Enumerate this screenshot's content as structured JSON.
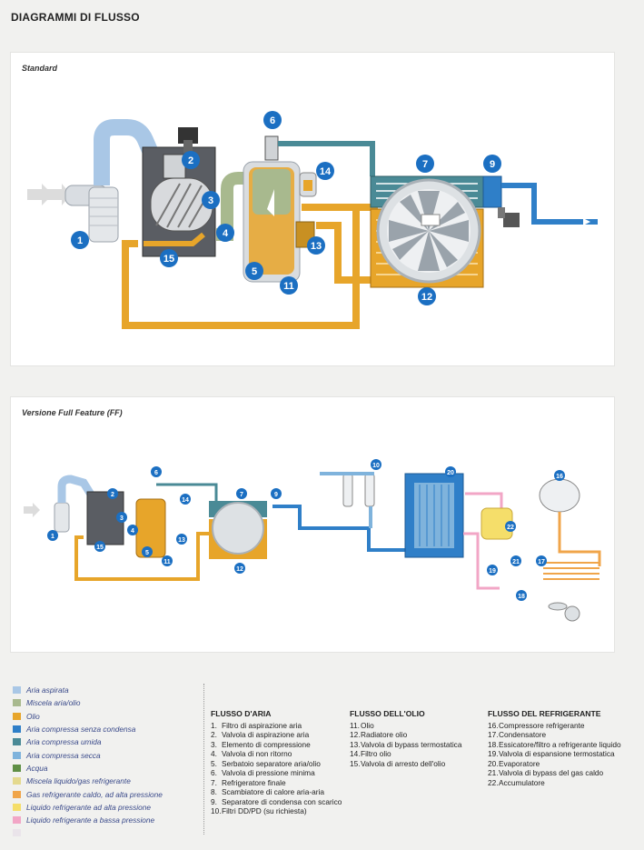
{
  "page_title": "DIAGRAMMI DI FLUSSO",
  "panels": {
    "standard_label": "Standard",
    "ff_label": "Versione Full Feature (FF)",
    "standard_numbers": [
      "1",
      "2",
      "3",
      "4",
      "5",
      "6",
      "7",
      "9",
      "11",
      "12",
      "13",
      "14",
      "15"
    ],
    "ff_numbers": [
      "1",
      "2",
      "3",
      "4",
      "5",
      "6",
      "7",
      "9",
      "10",
      "11",
      "12",
      "13",
      "14",
      "15",
      "16",
      "17",
      "18",
      "19",
      "20",
      "21",
      "22"
    ]
  },
  "colors": {
    "aria_aspirata": "#a9c7e6",
    "miscela_aria_olio": "#a8b98e",
    "olio": "#e7a52a",
    "aria_compressa_senza_condensa": "#2f7fc8",
    "aria_compressa_umida": "#4a8a96",
    "aria_compressa_secca": "#7fb3dc",
    "acqua": "#5f8f45",
    "miscela_liquido_gas_refrigerante": "#e4d98e",
    "gas_refrigerante_caldo": "#f0a54a",
    "liquido_refrigerante_alta": "#f5de6a",
    "liquido_refrigerante_bassa": "#f2a6c6",
    "blank": "#eae4ea",
    "number_badge": "#1b6fc2"
  },
  "legend": [
    {
      "label": "Aria aspirata",
      "color": "#a9c7e6"
    },
    {
      "label": "Miscela aria/olio",
      "color": "#a8b98e"
    },
    {
      "label": "Olio",
      "color": "#e7a52a"
    },
    {
      "label": "Aria compressa senza condensa",
      "color": "#2f7fc8"
    },
    {
      "label": "Aria compressa umida",
      "color": "#4a8a96"
    },
    {
      "label": "Aria compressa secca",
      "color": "#7fb3dc"
    },
    {
      "label": "Acqua",
      "color": "#5f8f45"
    },
    {
      "label": "Miscela liquido/gas refrigerante",
      "color": "#e4d98e"
    },
    {
      "label": "Gas refrigerante caldo, ad alta pressione",
      "color": "#f0a54a"
    },
    {
      "label": "Liquido refrigerante ad alta pressione",
      "color": "#f5de6a"
    },
    {
      "label": "Liquido refrigerante a bassa pressione",
      "color": "#f2a6c6"
    },
    {
      "label": "",
      "color": "#eae4ea"
    }
  ],
  "flusso_aria": {
    "title": "FLUSSO D'ARIA",
    "items": [
      {
        "n": "1.",
        "text": "Filtro di aspirazione aria"
      },
      {
        "n": "2.",
        "text": "Valvola di aspirazione aria"
      },
      {
        "n": "3.",
        "text": "Elemento di compressione"
      },
      {
        "n": "4.",
        "text": "Valvola di non ritorno"
      },
      {
        "n": "5.",
        "text": "Serbatoio separatore aria/olio"
      },
      {
        "n": "6.",
        "text": "Valvola di pressione minima"
      },
      {
        "n": "7.",
        "text": "Refrigeratore finale"
      },
      {
        "n": "8.",
        "text": "Scambiatore di calore aria-aria"
      },
      {
        "n": "9.",
        "text": "Separatore di condensa con scarico"
      },
      {
        "n": "10.",
        "text": "Filtri DD/PD (su richiesta)"
      }
    ]
  },
  "flusso_olio": {
    "title": "FLUSSO DELL'OLIO",
    "items": [
      {
        "n": "11.",
        "text": "Olio"
      },
      {
        "n": "12.",
        "text": "Radiatore olio"
      },
      {
        "n": "13.",
        "text": "Valvola di bypass termostatica"
      },
      {
        "n": "14.",
        "text": "Filtro olio"
      },
      {
        "n": "15.",
        "text": "Valvola di arresto dell'olio"
      }
    ]
  },
  "flusso_refrigerante": {
    "title": "FLUSSO DEL REFRIGERANTE",
    "items": [
      {
        "n": "16.",
        "text": "Compressore refrigerante"
      },
      {
        "n": "17.",
        "text": "Condensatore"
      },
      {
        "n": "18.",
        "text": "Essicatore/filtro a refrigerante liquido"
      },
      {
        "n": "19.",
        "text": "Valvola di espansione termostatica"
      },
      {
        "n": "20.",
        "text": "Evaporatore"
      },
      {
        "n": "21.",
        "text": "Valvola di bypass del gas caldo"
      },
      {
        "n": "22.",
        "text": "Accumulatore"
      }
    ]
  }
}
